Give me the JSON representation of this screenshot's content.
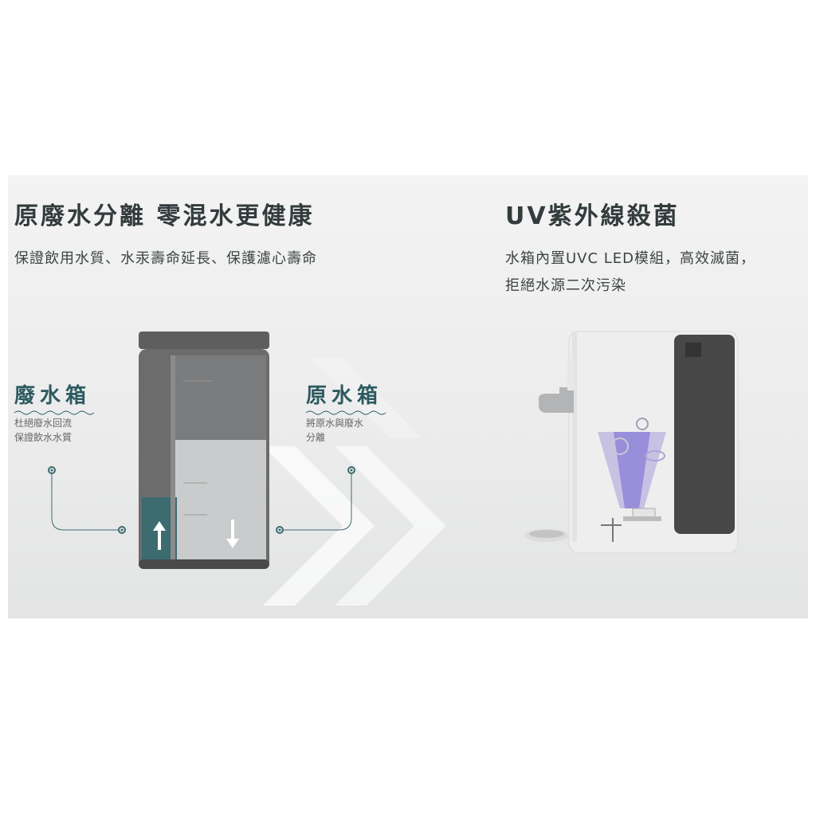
{
  "left_panel": {
    "title": "原廢水分離 零混水更健康",
    "subtitle": "保證飲用水質、水汞壽命延長、保護濾心壽命",
    "waste_tank": {
      "heading": "廢水箱",
      "desc_line1": "杜絕廢水回流",
      "desc_line2": "保證飲水水質"
    },
    "raw_tank": {
      "heading": "原水箱",
      "desc_line1": "將原水與廢水",
      "desc_line2": "分離"
    }
  },
  "right_panel": {
    "title": "UV紫外線殺菌",
    "subtitle_line1": "水箱內置UVC LED模組，高效滅菌，",
    "subtitle_line2": "拒絕水源二次污染"
  },
  "colors": {
    "accent": "#2d5a60",
    "teal_water": "#3c6b70",
    "uv_purple": "#7d6fd0"
  }
}
